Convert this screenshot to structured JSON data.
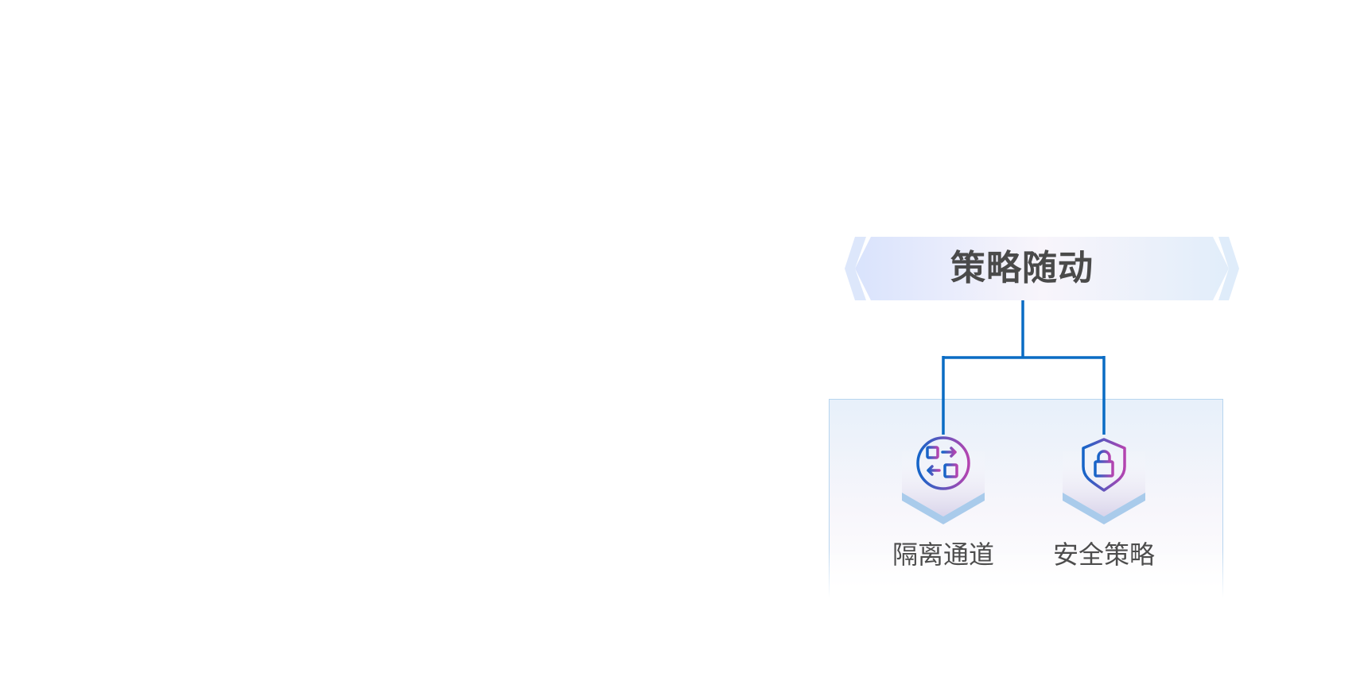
{
  "title": "策略随动",
  "items": [
    {
      "label": "隔离通道",
      "icon": "exchange-icon"
    },
    {
      "label": "安全策略",
      "icon": "shield-lock-icon"
    }
  ],
  "colors": {
    "connector": "#0a6cc4",
    "icon_start": "#1565c8",
    "icon_end": "#b444b0",
    "text": "#4d4d4d"
  }
}
